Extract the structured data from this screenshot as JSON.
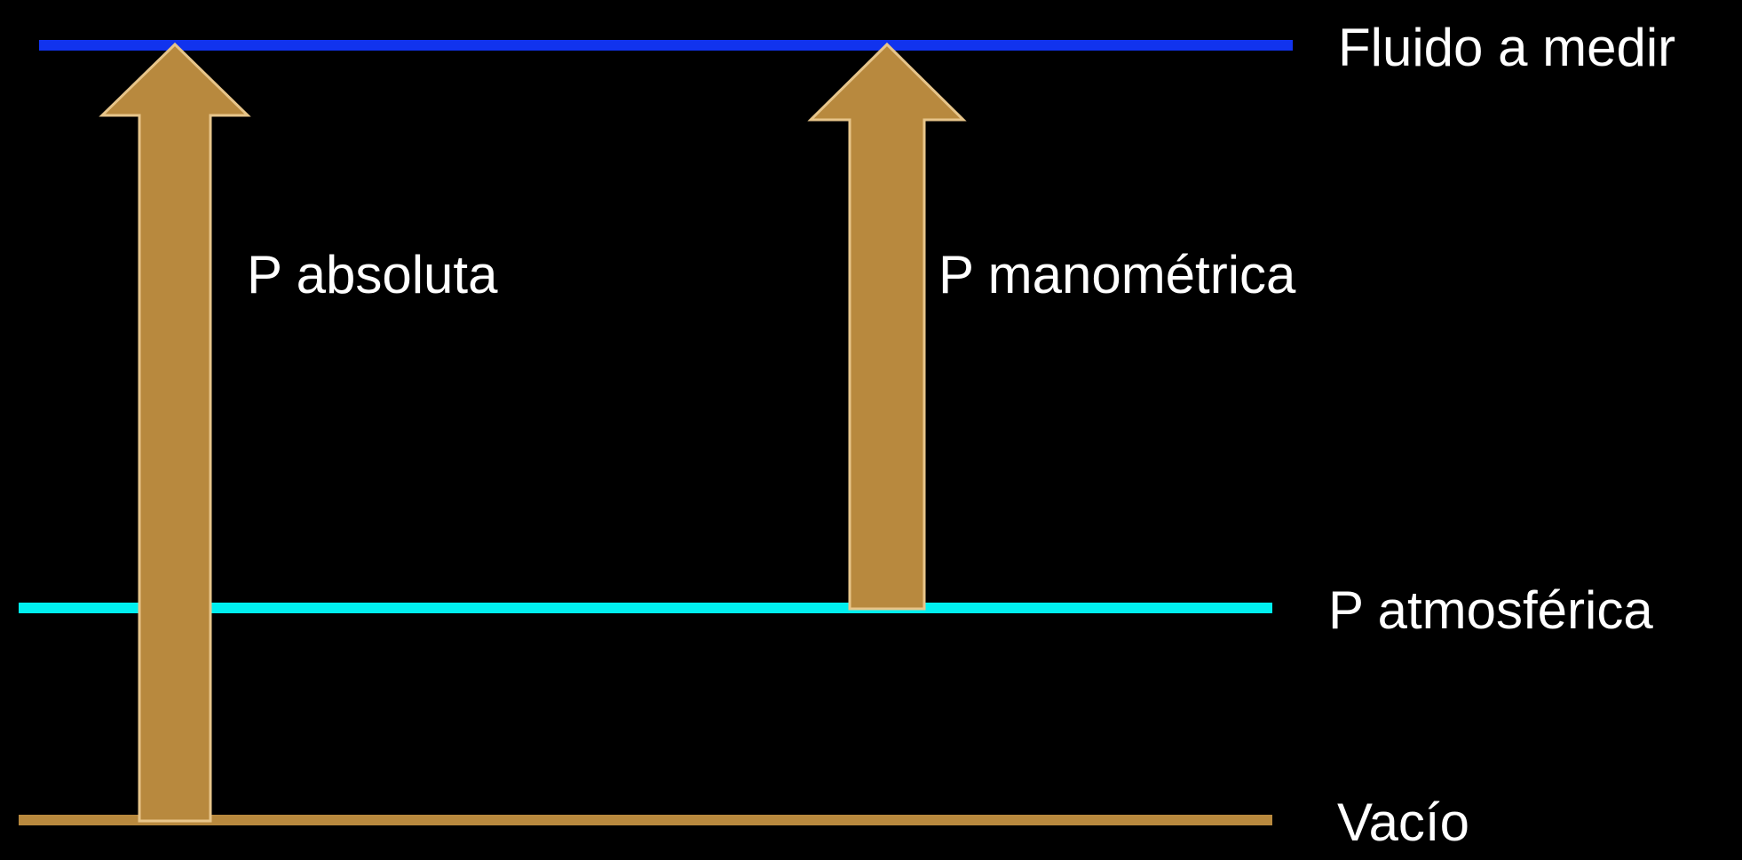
{
  "colors": {
    "background": "#000000",
    "fluid_line": "#1133ee",
    "atmospheric_line": "#00f0f0",
    "vacuum_line": "#b8893e",
    "arrow_fill": "#b8893e",
    "arrow_stroke": "#e7c58a",
    "text": "#ffffff"
  },
  "levels": {
    "fluid": "Fluido a medir",
    "atmospheric": "P atmosférica",
    "vacuum": "Vacío"
  },
  "arrows": {
    "absolute": "P absoluta",
    "gauge": "P manométrica"
  }
}
